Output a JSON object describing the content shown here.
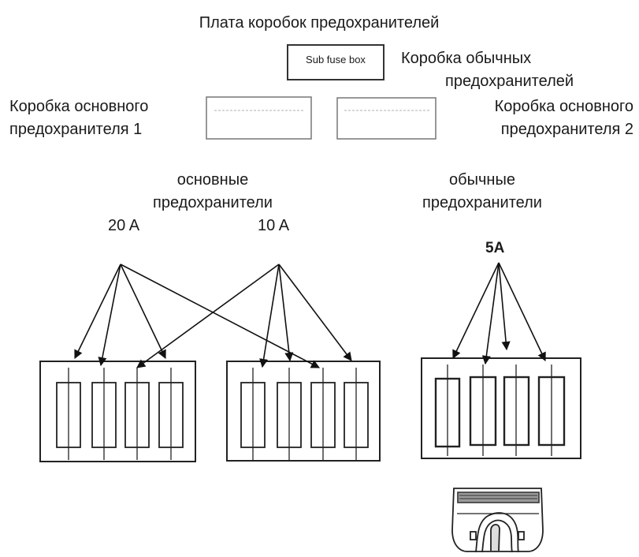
{
  "title": "Плата коробок предохранителей",
  "sub_fuse_box": "Sub fuse box",
  "regular_box_label": [
    "Коробка обычных",
    "предохранителей"
  ],
  "main_box_1_label": [
    "Коробка основного",
    "предохранителя 1"
  ],
  "main_box_2_label": [
    "Коробка основного",
    "предохранителя 2"
  ],
  "main_fuses_label": [
    "основные",
    "предохранители"
  ],
  "regular_fuses_label": [
    "обычные",
    "предохранители"
  ],
  "rating_20a": "20 A",
  "rating_10a": "10 A",
  "rating_5a": "5A"
}
